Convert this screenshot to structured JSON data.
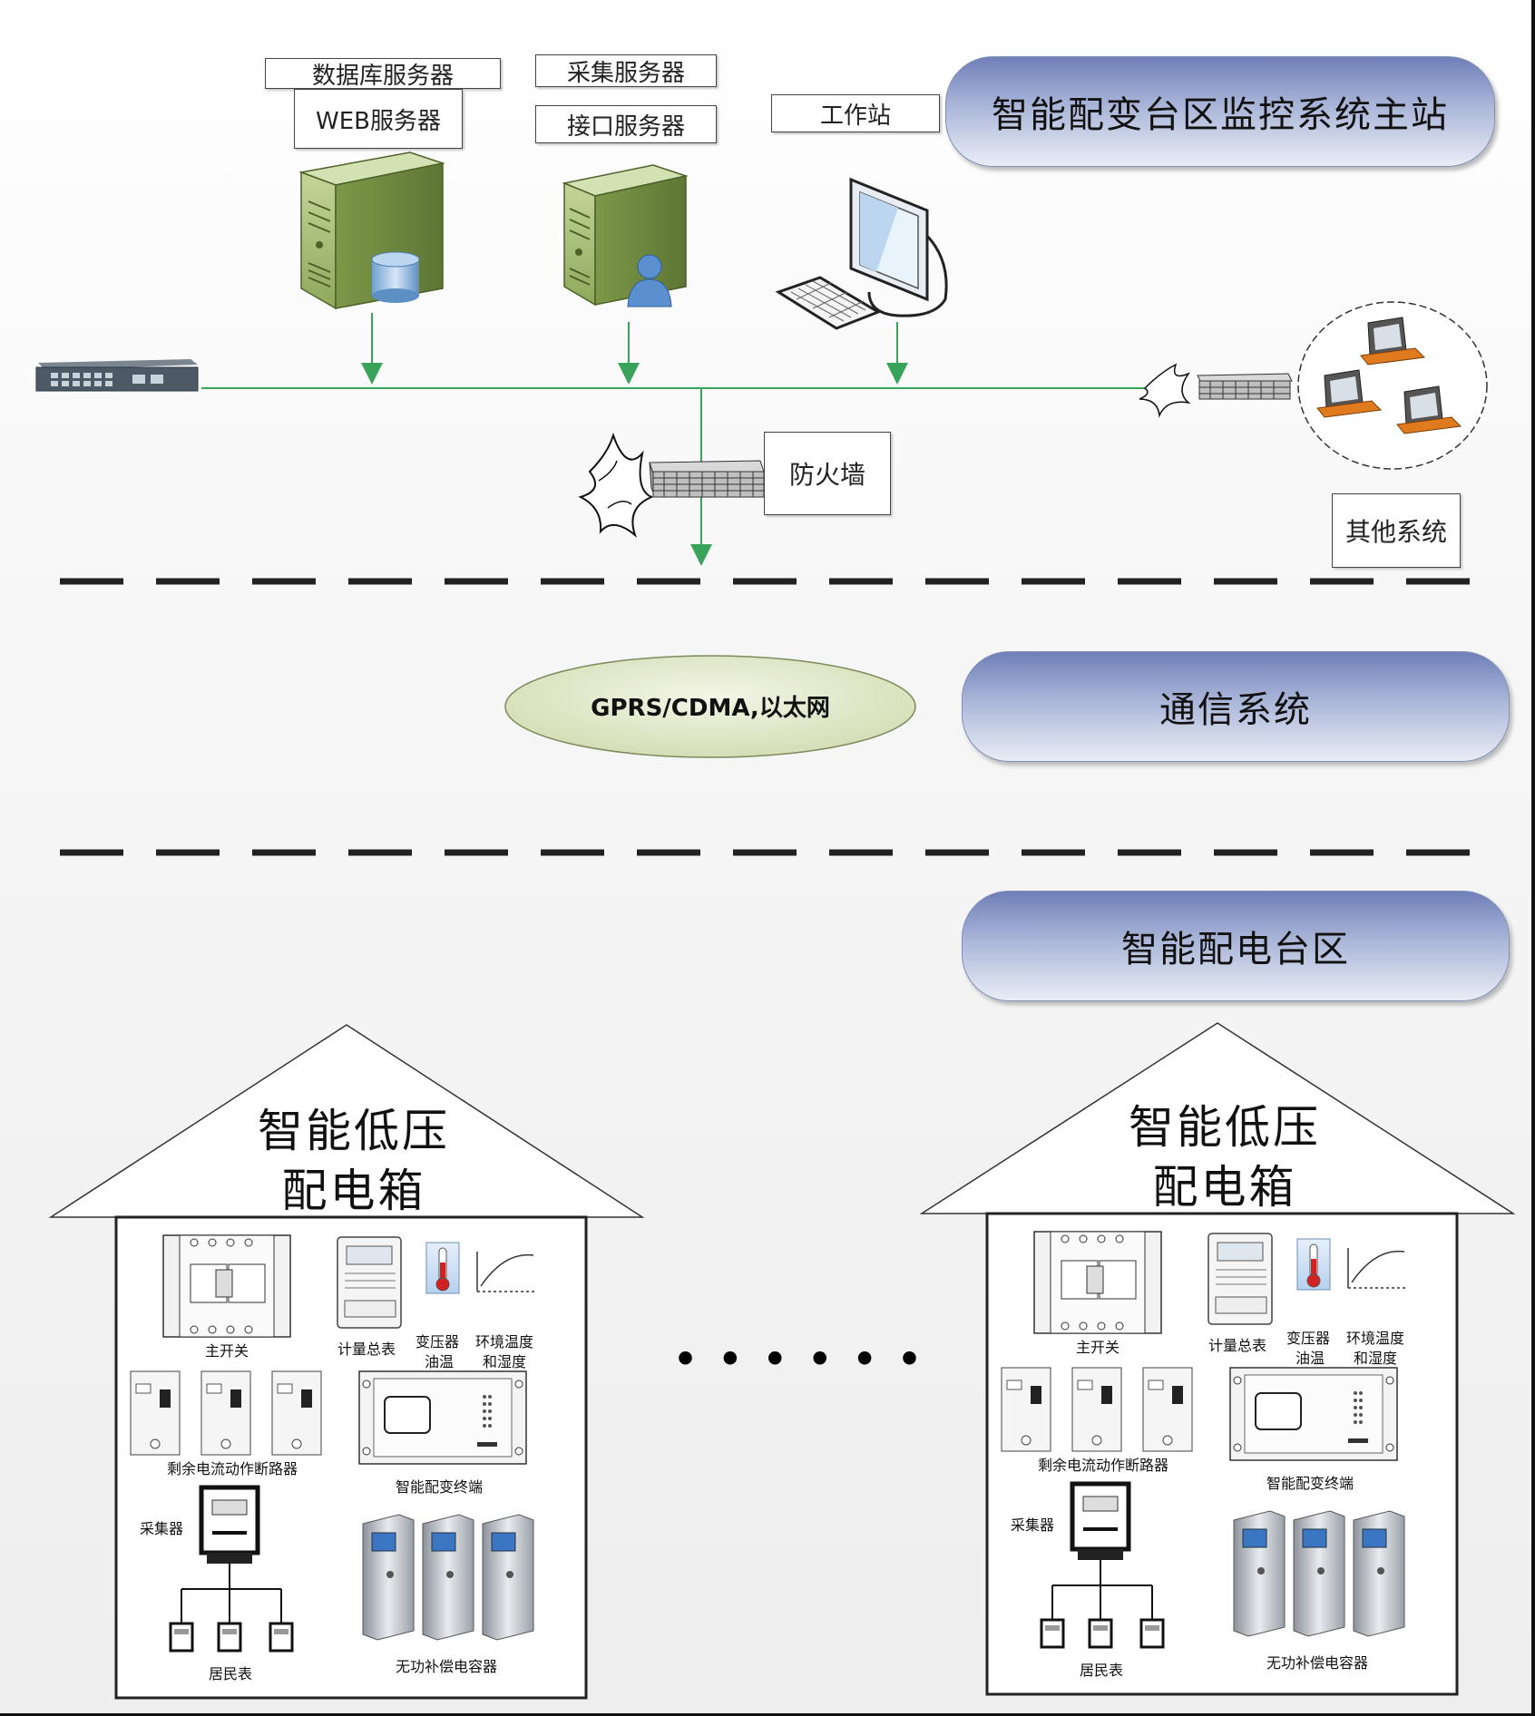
{
  "main_station": {
    "title": "智能配变台区监控系统主站",
    "db_server_label": "数据库服务器",
    "web_server_label": "WEB服务器",
    "collect_server_label": "采集服务器",
    "interface_server_label": "接口服务器",
    "workstation_label": "工作站",
    "firewall_label": "防火墙",
    "other_systems_label": "其他系统"
  },
  "comm": {
    "title": "通信系统",
    "network_label": "GPRS/CDMA,以太网"
  },
  "area": {
    "title": "智能配电台区",
    "ellipsis": "• • • • • •",
    "box_title_line1": "智能低压",
    "box_title_line2": "配电箱",
    "components": {
      "main_switch": "主开关",
      "meter_total": "计量总表",
      "transformer_oil_temp_1": "变压器",
      "transformer_oil_temp_2": "油温",
      "env_temp_1": "环境温度",
      "env_temp_2": "和湿度",
      "rcd_breaker": "剩余电流动作断路器",
      "terminal": "智能配变终端",
      "collector": "采集器",
      "resident_meter": "居民表",
      "capacitor": "无功补偿电容器"
    }
  },
  "colors": {
    "network_line": "#3aa35a",
    "banner_top": "#6f7fb8",
    "banner_bottom": "#e9edf6",
    "server_green": "#a9c27a",
    "ellipse_fill": "#dfe6c6"
  }
}
